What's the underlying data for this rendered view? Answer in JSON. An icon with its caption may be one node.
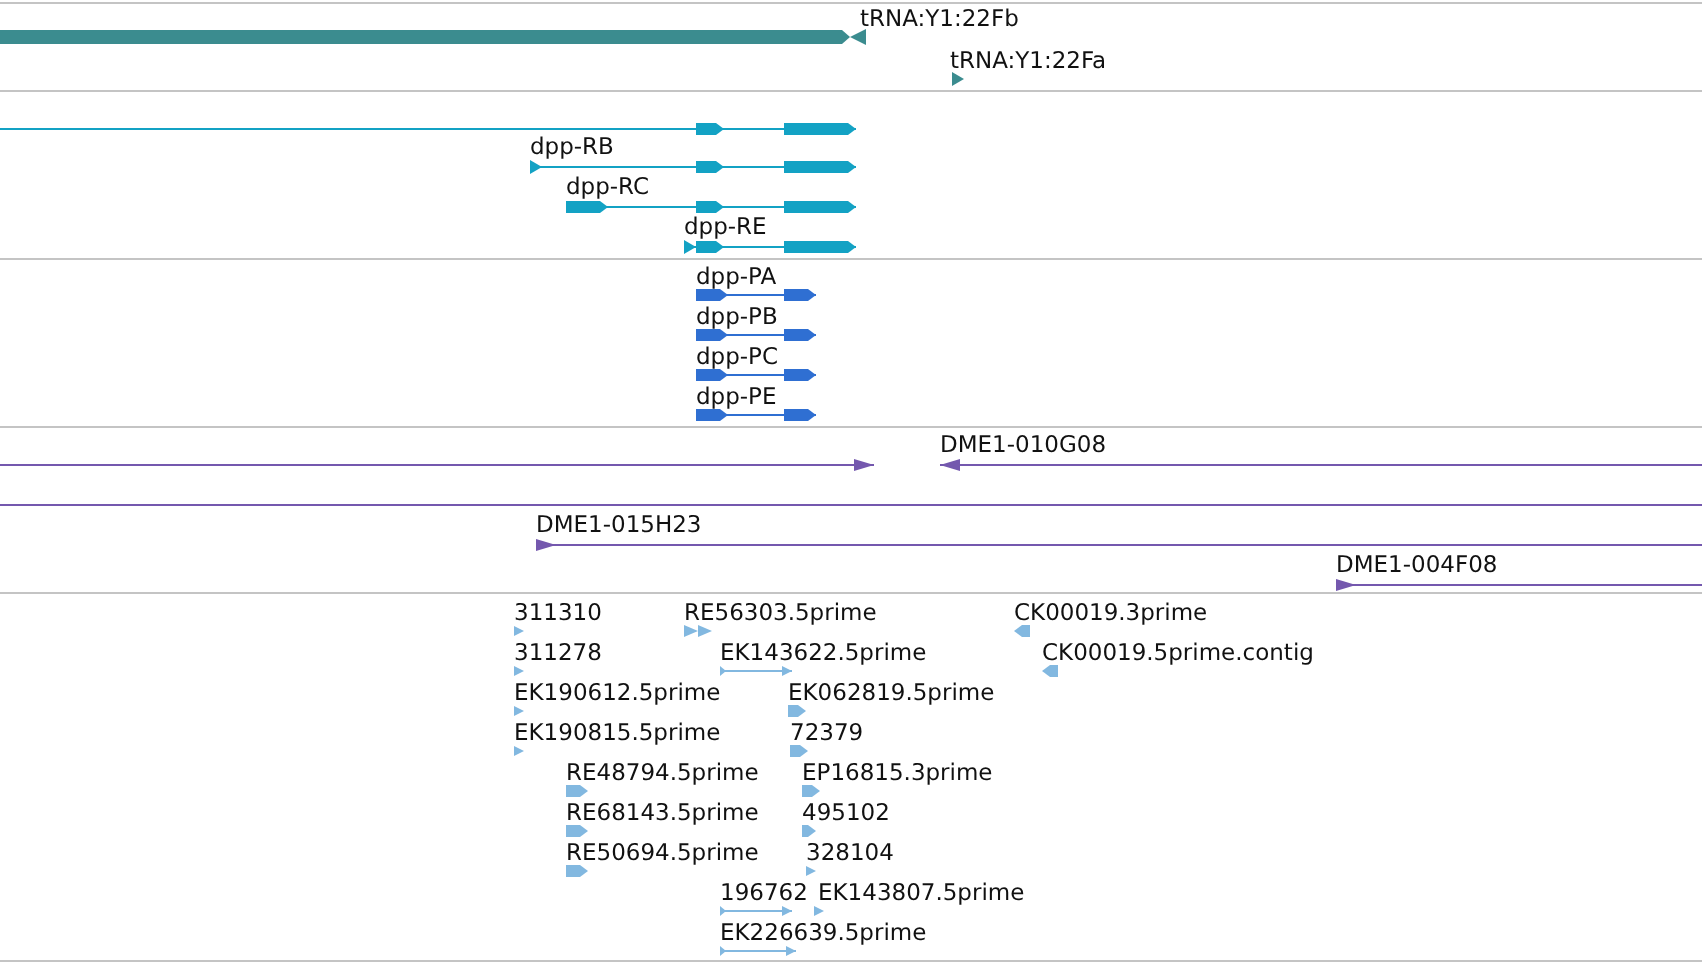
{
  "diagram": {
    "labels": [
      "tRNA:Y1:22Fb",
      "tRNA:Y1:22Fa",
      "dpp-RB",
      "dpp-RC",
      "dpp-RE",
      "dpp-PA",
      "dpp-PB",
      "dpp-PC",
      "dpp-PE",
      "DME1-010G08",
      "DME1-015H23",
      "DME1-004F08",
      "311310",
      "RE56303.5prime",
      "CK00019.3prime",
      "311278",
      "EK143622.5prime",
      "CK00019.5prime.contig",
      "EK190612.5prime",
      "EK062819.5prime",
      "EK190815.5prime",
      "72379",
      "RE48794.5prime",
      "EP16815.3prime",
      "RE68143.5prime",
      "495102",
      "RE50694.5prime",
      "328104",
      "196762",
      "EK143807.5prime",
      "EK226639.5prime"
    ]
  }
}
